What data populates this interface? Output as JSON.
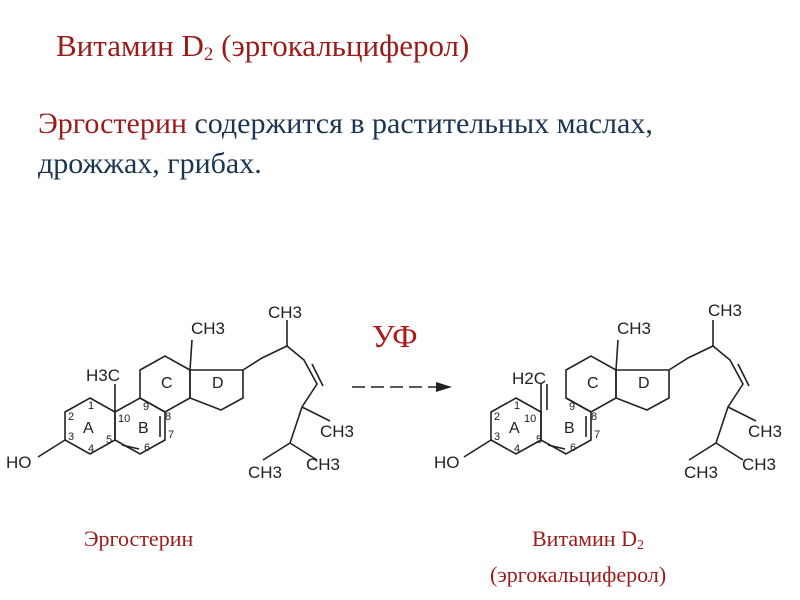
{
  "slide": {
    "title": {
      "prefix": "Витамин D",
      "subscript": "2",
      "suffix": " (эргокальциферол)"
    },
    "intro": {
      "highlight": "Эргостерин",
      "text_line1": " содержится в растительных маслах,",
      "text_line2": "дрожжах, грибах."
    },
    "uv_label": "УФ",
    "captions": {
      "left": "Эргостерин",
      "right_line1_prefix": "Витамин D",
      "right_line1_subscript": "2",
      "right_line2": "(эргокальциферол)"
    },
    "ergosterol_labels": {
      "ch3_top": "CH3",
      "ch3_mid": "CH3",
      "h3c": "H3C",
      "ch3_right": "CH3",
      "ch3_bottom": "CH3",
      "ho": "HO",
      "ring_a": "A",
      "ring_b": "B",
      "ring_c": "C",
      "ring_d": "D",
      "n1": "1",
      "n2": "2",
      "n3": "3",
      "n4": "4",
      "n5": "5",
      "n6": "6",
      "n7": "7",
      "n8": "8",
      "n9": "9",
      "n10": "10"
    },
    "vitamin_labels": {
      "ch3_top": "CH3",
      "ch3_mid": "CH3",
      "h2c": "H2C",
      "ch3_right": "CH3",
      "ch3_bottom": "CH3",
      "ho": "HO",
      "ring_a": "A",
      "ring_b": "B",
      "ring_c": "C",
      "ring_d": "D",
      "n1": "1",
      "n2": "2",
      "n3": "3",
      "n4": "4",
      "n5": "5",
      "n6": "6",
      "n7": "7",
      "n8": "8",
      "n9": "9",
      "n10": "10"
    },
    "colors": {
      "title": "#9b1b1b",
      "body_text": "#1a3552",
      "uv": "#b01818",
      "structure": "#222222"
    }
  }
}
